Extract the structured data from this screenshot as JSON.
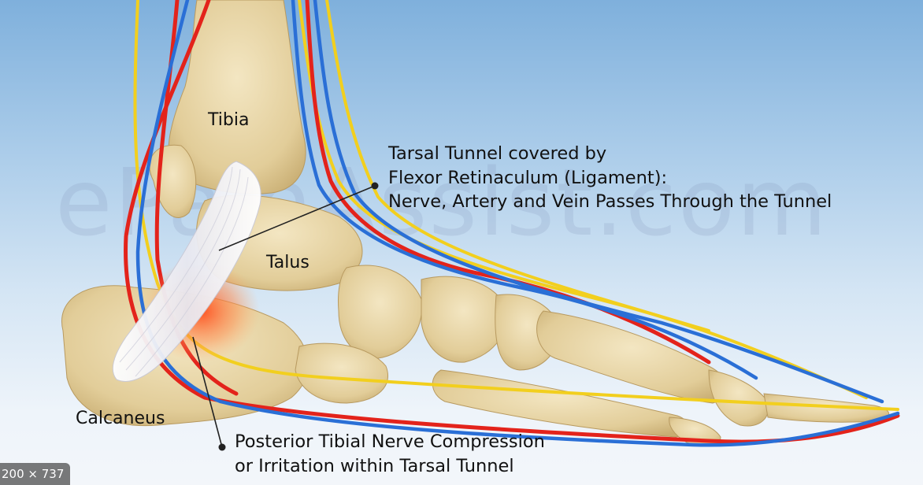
{
  "labels": {
    "tibia": "Tibia",
    "talus": "Talus",
    "calcaneus": "Calcaneus"
  },
  "callouts": {
    "tunnel": [
      "Tarsal Tunnel covered by",
      "Flexor Retinaculum  (Ligament):",
      "Nerve, Artery and Vein Passes Through the Tunnel"
    ],
    "compression": [
      "Posterior Tibial Nerve Compression",
      "or Irritation within Tarsal Tunnel"
    ]
  },
  "watermark": "ePainAssist.com",
  "size_badge": "200 × 737",
  "colors": {
    "bone": "#e6d3a3",
    "artery": "#e3231b",
    "vein": "#2a6fd6",
    "nerve": "#f2cf1e",
    "ligament": "#f4f4f8",
    "inflammation": "#ff5a2a"
  }
}
